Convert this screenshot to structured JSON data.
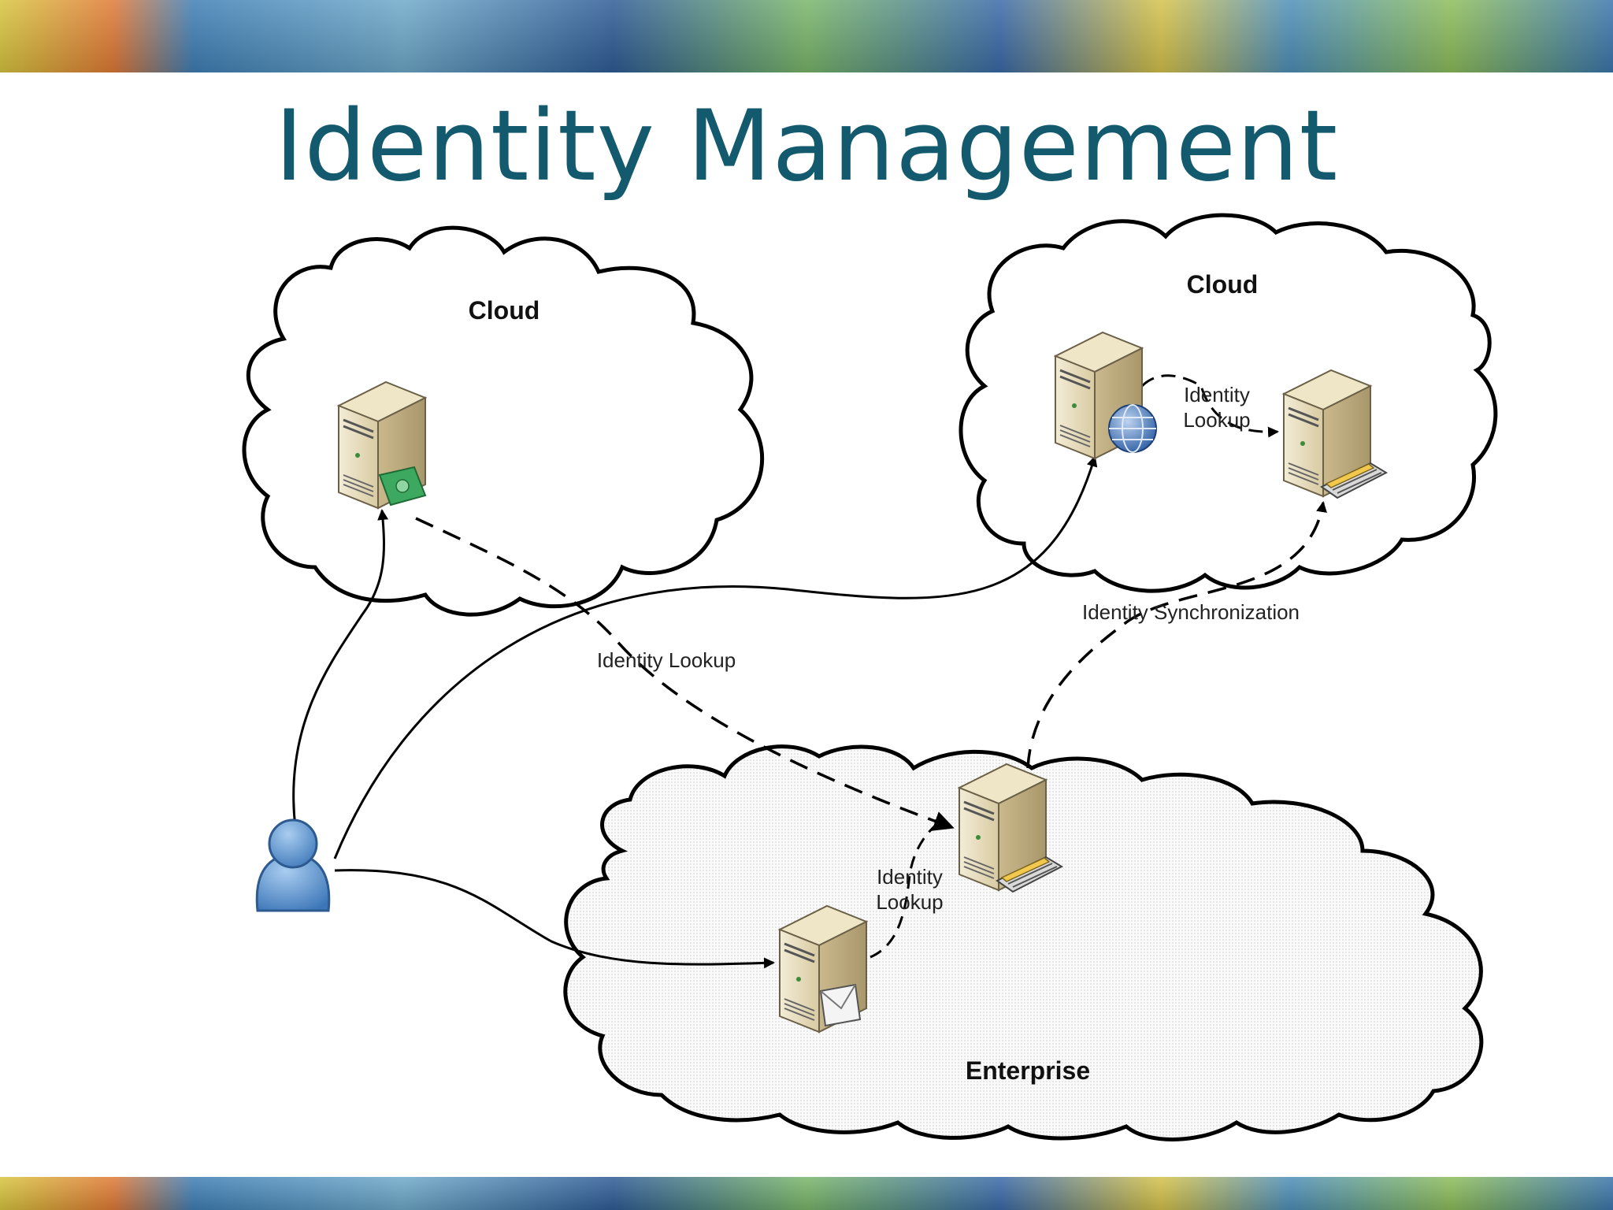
{
  "slide": {
    "title": "Identity Management"
  },
  "diagram": {
    "clouds": {
      "left_label": "Cloud",
      "right_label": "Cloud",
      "enterprise_label": "Enterprise"
    },
    "edge_labels": {
      "left_lookup": "Identity Lookup",
      "cloud_lookup_line1": "Identity",
      "cloud_lookup_line2": "Lookup",
      "enterprise_lookup_line1": "Identity",
      "enterprise_lookup_line2": "Lookup",
      "synchronization": "Identity Synchronization"
    },
    "icons": [
      "server-money-icon",
      "server-globe-icon",
      "server-card-reader-icon",
      "user-icon",
      "server-mail-icon"
    ],
    "colors": {
      "title": "#145a6e",
      "server_body": "#e6dcc0",
      "globe": "#3b6fb6",
      "user": "#5b95cf",
      "money": "#3ca860"
    }
  }
}
